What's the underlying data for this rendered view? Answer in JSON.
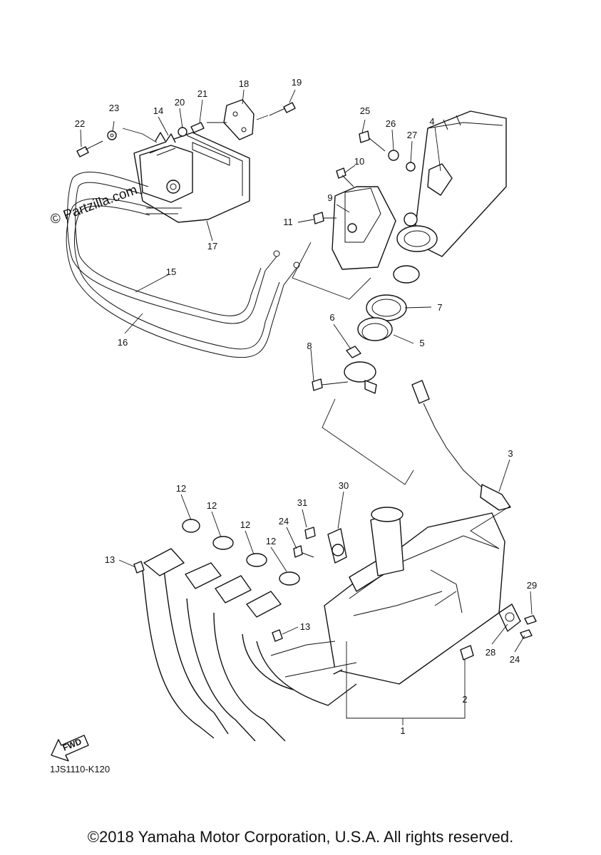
{
  "diagram": {
    "code": "1JS1110-K120",
    "watermark": "© Partzilla.com",
    "fwd_label": "FWD",
    "copyright": "©2018 Yamaha Motor Corporation, U.S.A. All rights reserved."
  },
  "callouts": [
    {
      "id": "1",
      "text": "1"
    },
    {
      "id": "2",
      "text": "2"
    },
    {
      "id": "3",
      "text": "3"
    },
    {
      "id": "4",
      "text": "4"
    },
    {
      "id": "5",
      "text": "5"
    },
    {
      "id": "6",
      "text": "6"
    },
    {
      "id": "7",
      "text": "7"
    },
    {
      "id": "8",
      "text": "8"
    },
    {
      "id": "9",
      "text": "9"
    },
    {
      "id": "10",
      "text": "10"
    },
    {
      "id": "11",
      "text": "11"
    },
    {
      "id": "12a",
      "text": "12"
    },
    {
      "id": "12b",
      "text": "12"
    },
    {
      "id": "12c",
      "text": "12"
    },
    {
      "id": "12d",
      "text": "12"
    },
    {
      "id": "13a",
      "text": "13"
    },
    {
      "id": "13b",
      "text": "13"
    },
    {
      "id": "14",
      "text": "14"
    },
    {
      "id": "15",
      "text": "15"
    },
    {
      "id": "16",
      "text": "16"
    },
    {
      "id": "17",
      "text": "17"
    },
    {
      "id": "18",
      "text": "18"
    },
    {
      "id": "19",
      "text": "19"
    },
    {
      "id": "20",
      "text": "20"
    },
    {
      "id": "21",
      "text": "21"
    },
    {
      "id": "22",
      "text": "22"
    },
    {
      "id": "23",
      "text": "23"
    },
    {
      "id": "24a",
      "text": "24"
    },
    {
      "id": "24b",
      "text": "24"
    },
    {
      "id": "25",
      "text": "25"
    },
    {
      "id": "26",
      "text": "26"
    },
    {
      "id": "27",
      "text": "27"
    },
    {
      "id": "28",
      "text": "28"
    },
    {
      "id": "29",
      "text": "29"
    },
    {
      "id": "30",
      "text": "30"
    },
    {
      "id": "31",
      "text": "31"
    }
  ]
}
